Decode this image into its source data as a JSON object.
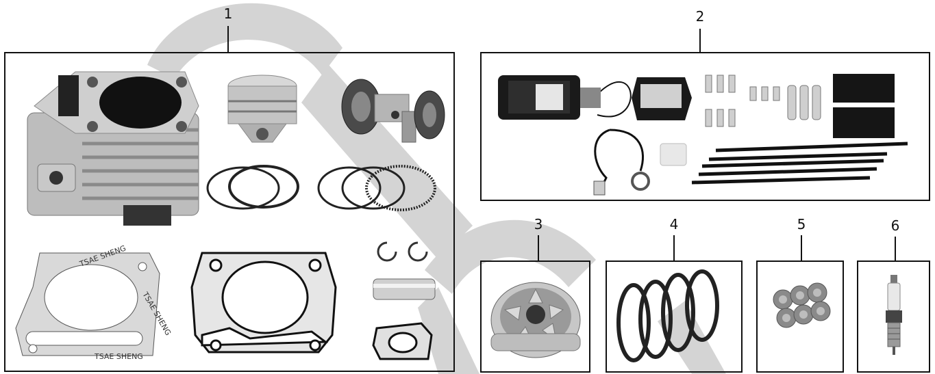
{
  "callouts": {
    "c1": "1",
    "c2": "2",
    "c3": "3",
    "c4": "4",
    "c5": "5",
    "c6": "6"
  },
  "gasket_text": {
    "brand_a": "TSAE SHENG",
    "brand_b": "TSAE SHENG",
    "brand_c": "TSAE SHENG"
  },
  "colors": {
    "watermark": "#d6d6d6",
    "outline": "#111111",
    "metal": "#b9b9b9",
    "dark_metal": "#3a3a3a",
    "gasket": "#d9d9d9"
  }
}
